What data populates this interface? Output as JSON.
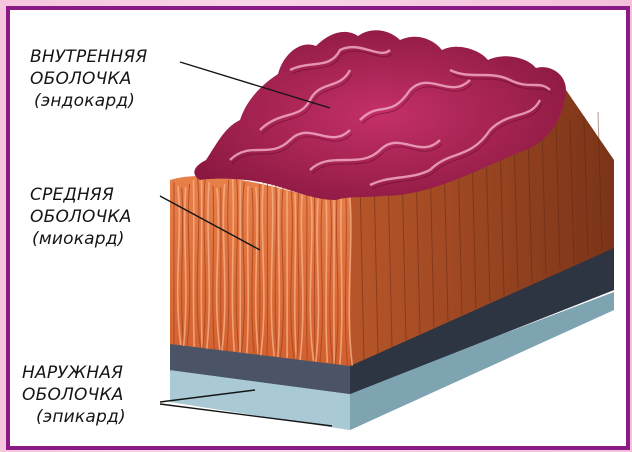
{
  "labels": {
    "inner": {
      "line1": "ВНУТРЕННЯЯ",
      "line2": "ОБОЛОЧКА",
      "line3": "(эндокард)"
    },
    "middle": {
      "line1": "СРЕДНЯЯ",
      "line2": "ОБОЛОЧКА",
      "line3": "(миокард)"
    },
    "outer": {
      "line1": "НАРУЖНАЯ",
      "line2": "ОБОЛОЧКА",
      "line3": "(эпикард)"
    }
  },
  "colors": {
    "frame": "#8a1a86",
    "endocardium": "#b02458",
    "myocardium": "#e0703f",
    "epicardium_dark": "#3e4656",
    "epicardium_light": "#9fc4d0"
  }
}
